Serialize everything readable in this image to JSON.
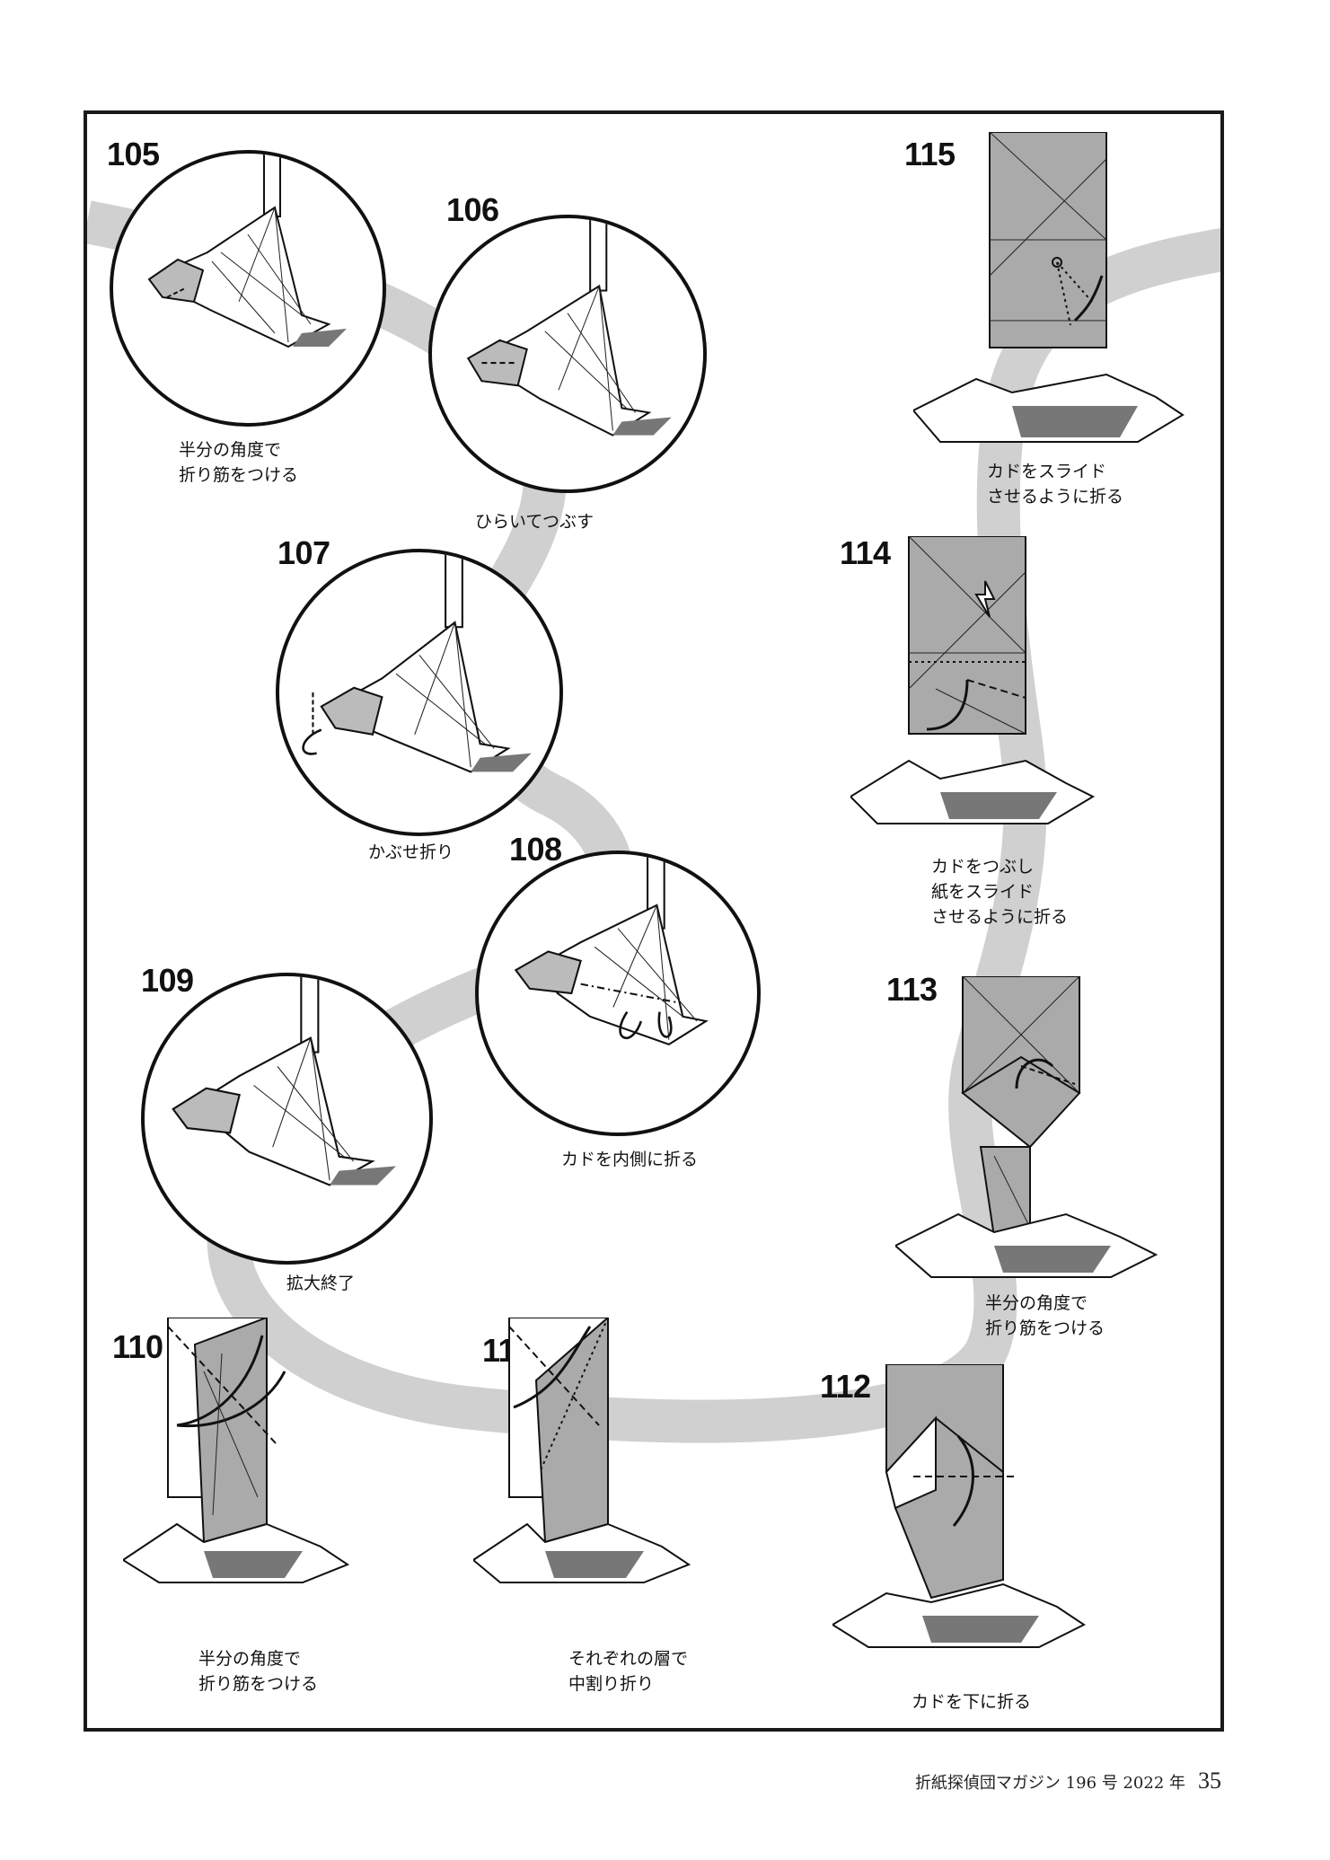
{
  "steps": [
    {
      "num": "105",
      "caption": "半分の角度で\n折り筋をつける"
    },
    {
      "num": "106",
      "caption": "ひらいてつぶす"
    },
    {
      "num": "107",
      "caption": "かぶせ折り"
    },
    {
      "num": "108",
      "caption": "カドを内側に折る"
    },
    {
      "num": "109",
      "caption": "拡大終了"
    },
    {
      "num": "110",
      "caption": "半分の角度で\n折り筋をつける"
    },
    {
      "num": "111",
      "caption": "それぞれの層で\n中割り折り"
    },
    {
      "num": "112",
      "caption": "カドを下に折る"
    },
    {
      "num": "113",
      "caption": "半分の角度で\n折り筋をつける"
    },
    {
      "num": "114",
      "caption": "カドをつぶし\n紙をスライド\nさせるように折る"
    },
    {
      "num": "115",
      "caption": "カドをスライド\nさせるように折る"
    }
  ],
  "footer": {
    "magazine": "折紙探偵団マガジン 196 号 2022 年",
    "page_number": "35"
  },
  "colors": {
    "paper_gray": "#aaaaaa",
    "path_gray": "#d0d0d0",
    "line": "#111111"
  }
}
